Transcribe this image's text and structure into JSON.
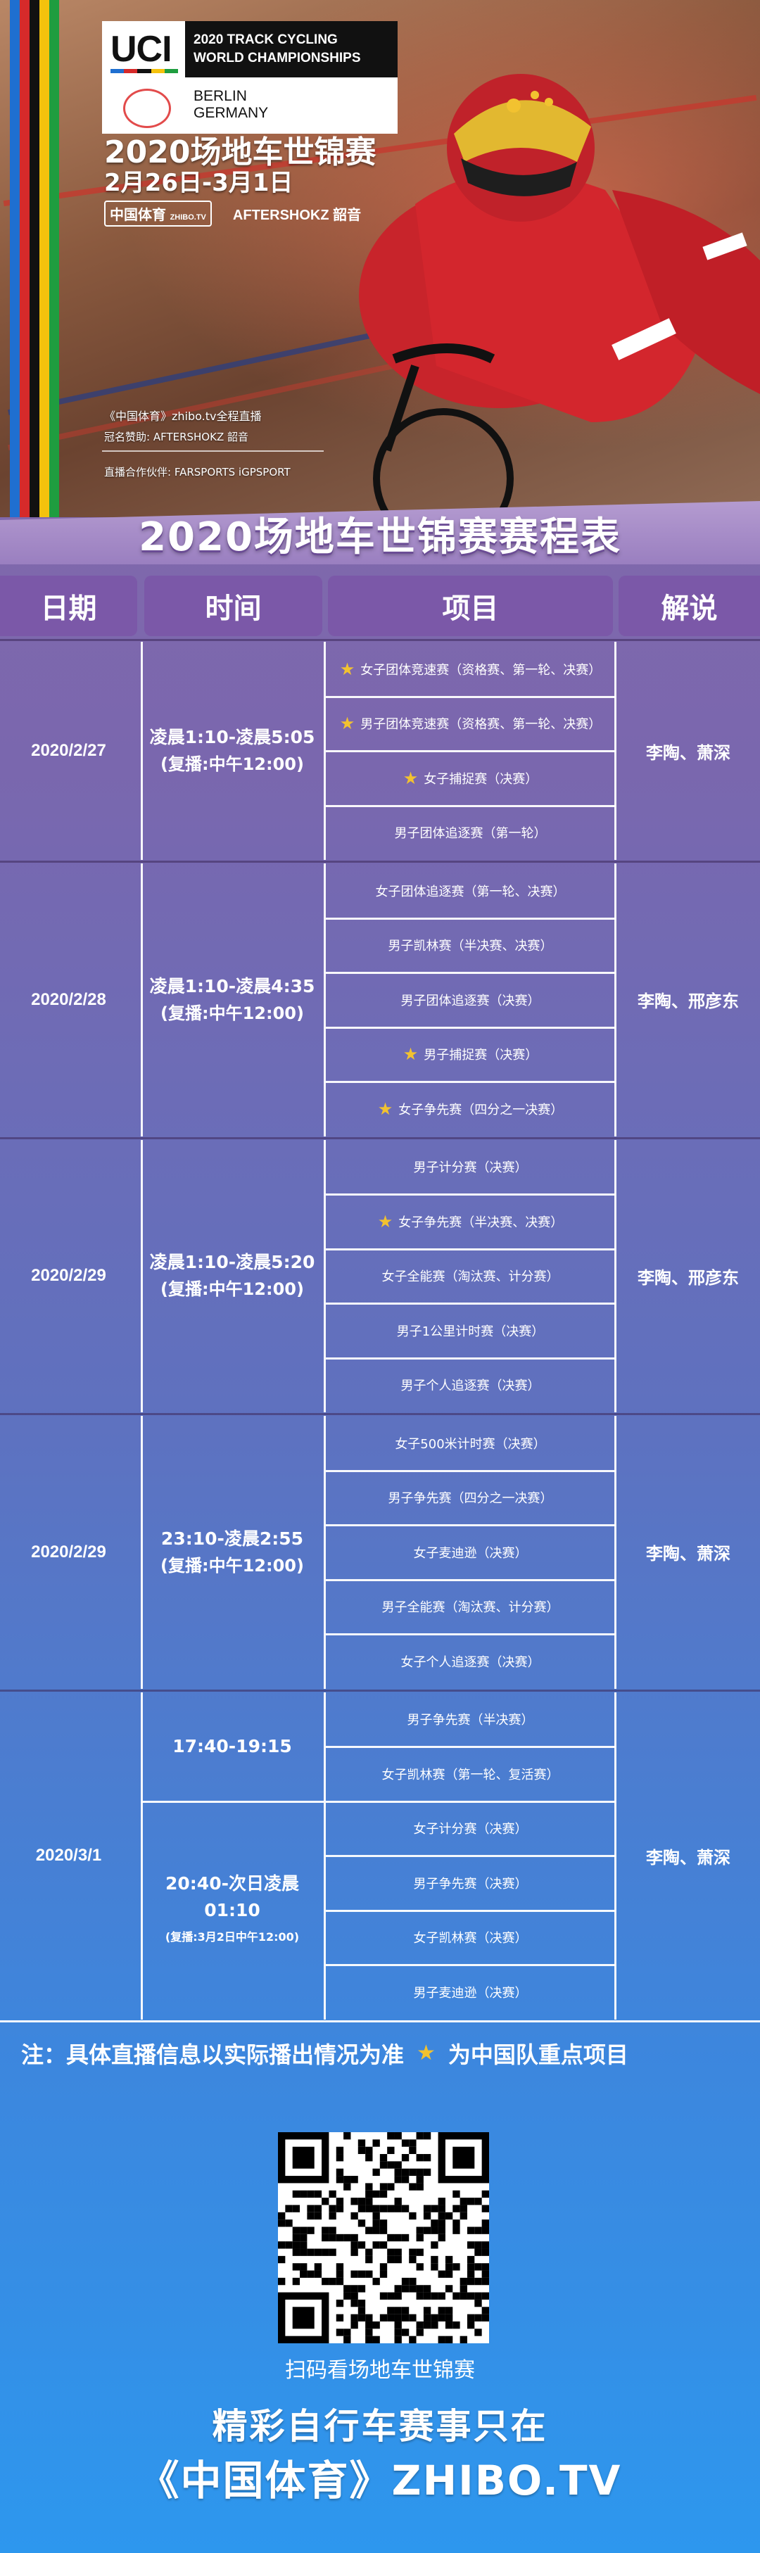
{
  "hero": {
    "uci": "UCI",
    "champ_line1": "2020 TRACK CYCLING",
    "champ_line2": "WORLD CHAMPIONSHIPS",
    "city_line1": "BERLIN",
    "city_line2": "GERMANY",
    "title": "2020场地车世锦赛",
    "dates": "2月26日-3月1日",
    "logo1": "中国体育",
    "logo1_sub": "ZHIBO.TV",
    "logo2": "AFTERSHOKZ 韶音",
    "broadcast": "《中国体育》zhibo.tv全程直播",
    "naming_sponsor": "冠名赞助: AFTERSHOKZ 韶音",
    "partners": "直播合作伙伴: FARSPORTS  iGPSPORT"
  },
  "banner_title": "2020场地车世锦赛赛程表",
  "table": {
    "headers": [
      "日期",
      "时间",
      "项目",
      "解说"
    ],
    "groups": [
      {
        "date": "2020/2/27",
        "time": "凌晨1:10-凌晨5:05",
        "replay": "(复播:中午12:00)",
        "commentary": "李陶、萧深",
        "events": [
          {
            "name": "女子团体竞速赛（资格赛、第一轮、决赛）",
            "star": true
          },
          {
            "name": "男子团体竞速赛（资格赛、第一轮、决赛）",
            "star": true
          },
          {
            "name": "女子捕捉赛（决赛）",
            "star": true
          },
          {
            "name": "男子团体追逐赛（第一轮）",
            "star": false
          }
        ]
      },
      {
        "date": "2020/2/28",
        "time": "凌晨1:10-凌晨4:35",
        "replay": "(复播:中午12:00)",
        "commentary": "李陶、邢彦东",
        "events": [
          {
            "name": "女子团体追逐赛（第一轮、决赛）",
            "star": false
          },
          {
            "name": "男子凯林赛（半决赛、决赛）",
            "star": false
          },
          {
            "name": "男子团体追逐赛（决赛）",
            "star": false
          },
          {
            "name": "男子捕捉赛（决赛）",
            "star": true
          },
          {
            "name": "女子争先赛（四分之一决赛）",
            "star": true
          }
        ]
      },
      {
        "date": "2020/2/29",
        "time": "凌晨1:10-凌晨5:20",
        "replay": "(复播:中午12:00)",
        "commentary": "李陶、邢彦东",
        "events": [
          {
            "name": "男子计分赛（决赛）",
            "star": false
          },
          {
            "name": "女子争先赛（半决赛、决赛）",
            "star": true
          },
          {
            "name": "女子全能赛（淘汰赛、计分赛）",
            "star": false
          },
          {
            "name": "男子1公里计时赛（决赛）",
            "star": false
          },
          {
            "name": "男子个人追逐赛（决赛）",
            "star": false
          }
        ]
      },
      {
        "date": "2020/2/29",
        "time": "23:10-凌晨2:55",
        "replay": "(复播:中午12:00)",
        "commentary": "李陶、萧深",
        "events": [
          {
            "name": "女子500米计时赛（决赛）",
            "star": false
          },
          {
            "name": "男子争先赛（四分之一决赛）",
            "star": false
          },
          {
            "name": "女子麦迪逊（决赛）",
            "star": false
          },
          {
            "name": "男子全能赛（淘汰赛、计分赛）",
            "star": false
          },
          {
            "name": "女子个人追逐赛（决赛）",
            "star": false
          }
        ]
      },
      {
        "date": "2020/3/1",
        "time_a": "17:40-19:15",
        "time_b": "20:40-次日凌晨01:10",
        "replay_b": "(复播:3月2日中午12:00)",
        "commentary": "李陶、萧深",
        "events": [
          {
            "name": "男子争先赛（半决赛）",
            "star": false
          },
          {
            "name": "女子凯林赛（第一轮、复活赛）",
            "star": false
          },
          {
            "name": "女子计分赛（决赛）",
            "star": false
          },
          {
            "name": "男子争先赛（决赛）",
            "star": false
          },
          {
            "name": "女子凯林赛（决赛）",
            "star": false
          },
          {
            "name": "男子麦迪逊（决赛）",
            "star": false
          }
        ]
      }
    ]
  },
  "footer": {
    "note_left": "注：具体直播信息以实际播出情况为准",
    "note_right": "为中国队重点项目",
    "qr_caption": "扫码看场地车世锦赛",
    "slogan1": "精彩自行车赛事只在",
    "slogan2": "《中国体育》ZHIBO.TV"
  },
  "colors": {
    "star": "#f2c230",
    "header_bg": "#7b58a8"
  }
}
